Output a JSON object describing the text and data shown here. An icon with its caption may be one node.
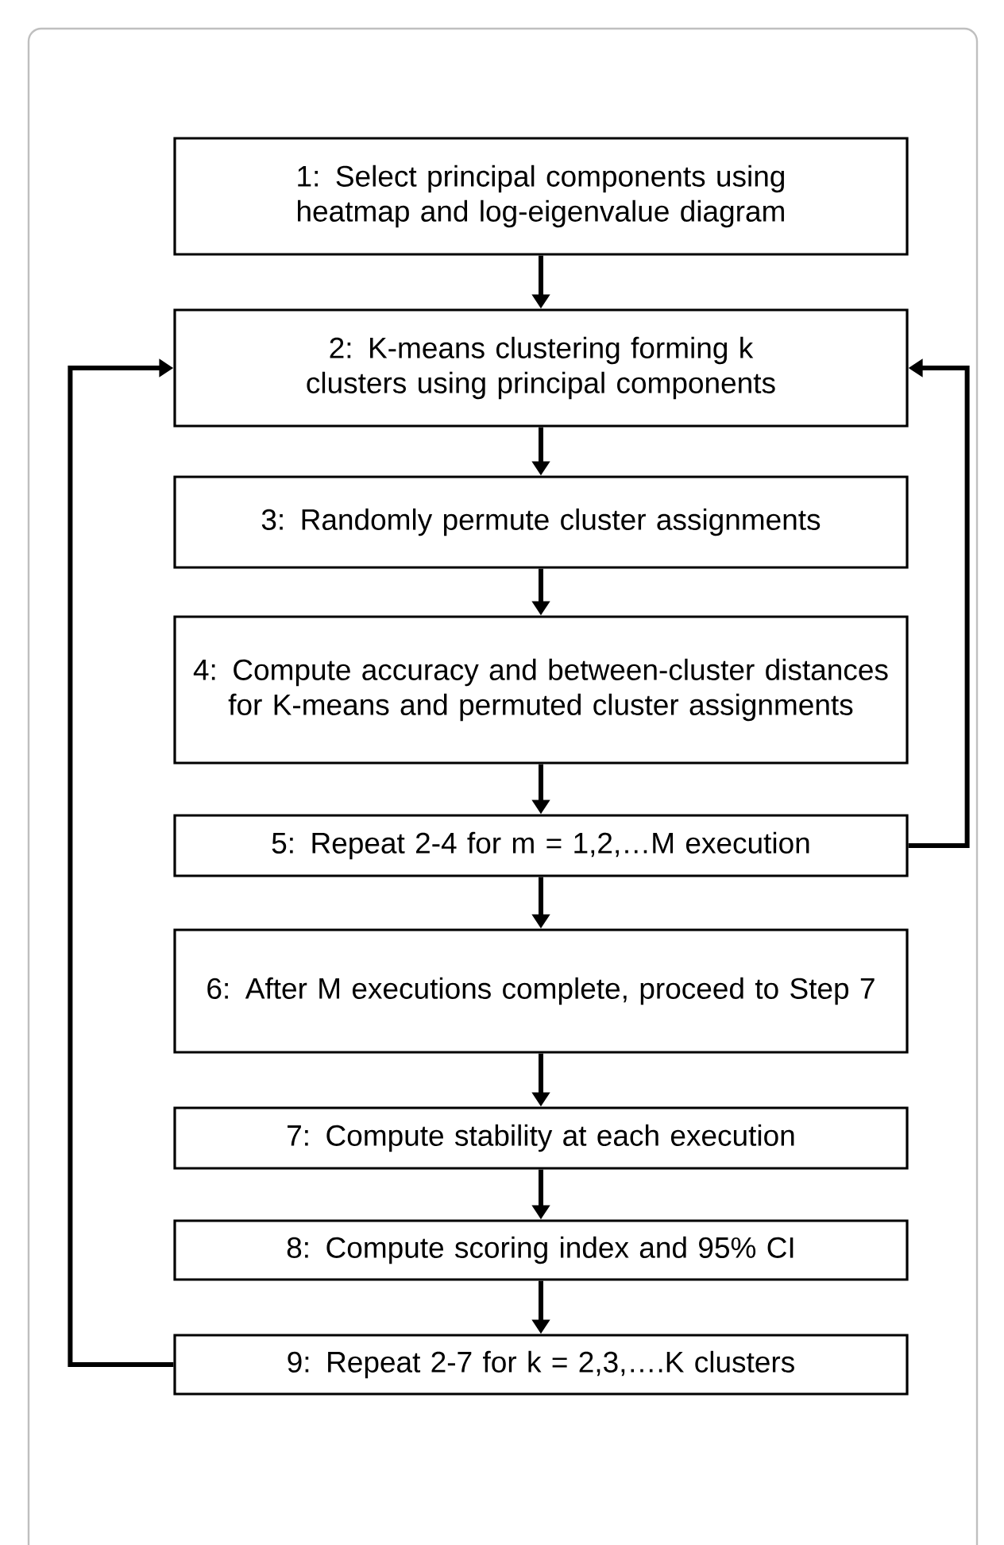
{
  "diagram": {
    "nodes": [
      {
        "text": [
          "1: Select principal components using heatmap and log-eigenvalue diagram"
        ]
      },
      {
        "text": [
          "2: K-means clustering forming  k clusters using principal components"
        ]
      },
      {
        "text": [
          "3: Randomly permute cluster assignments"
        ]
      },
      {
        "text": [
          "4: Compute accuracy and between-cluster distances for K-means and permuted cluster assignments"
        ]
      },
      {
        "text": [
          "5: Repeat 2-4 for m = 1,2,…M execution"
        ]
      },
      {
        "text": [
          "6: After M executions complete, proceed to Step 7"
        ]
      },
      {
        "text": [
          "7: Compute stability at each execution"
        ]
      },
      {
        "text": [
          "8: Compute scoring index and 95% CI"
        ]
      },
      {
        "text": [
          "9: Repeat 2-7 for k = 2,3,….K clusters"
        ]
      }
    ],
    "edges": [
      {
        "from": 0,
        "to": 1,
        "arrow": "to"
      },
      {
        "from": 1,
        "to": 2,
        "arrow": "to"
      },
      {
        "from": 2,
        "to": 3,
        "arrow": "to"
      },
      {
        "from": 3,
        "to": 4,
        "arrow": "to"
      },
      {
        "from": 4,
        "to": 5,
        "arrow": "to"
      },
      {
        "from": 5,
        "to": 6,
        "arrow": "to"
      },
      {
        "from": 6,
        "to": 7,
        "arrow": "to"
      },
      {
        "from": 7,
        "to": 8,
        "arrow": "to"
      },
      {
        "from": 4,
        "to": 1,
        "arrow": "to"
      },
      {
        "from": 8,
        "to": 1,
        "arrow": "to"
      }
    ]
  }
}
